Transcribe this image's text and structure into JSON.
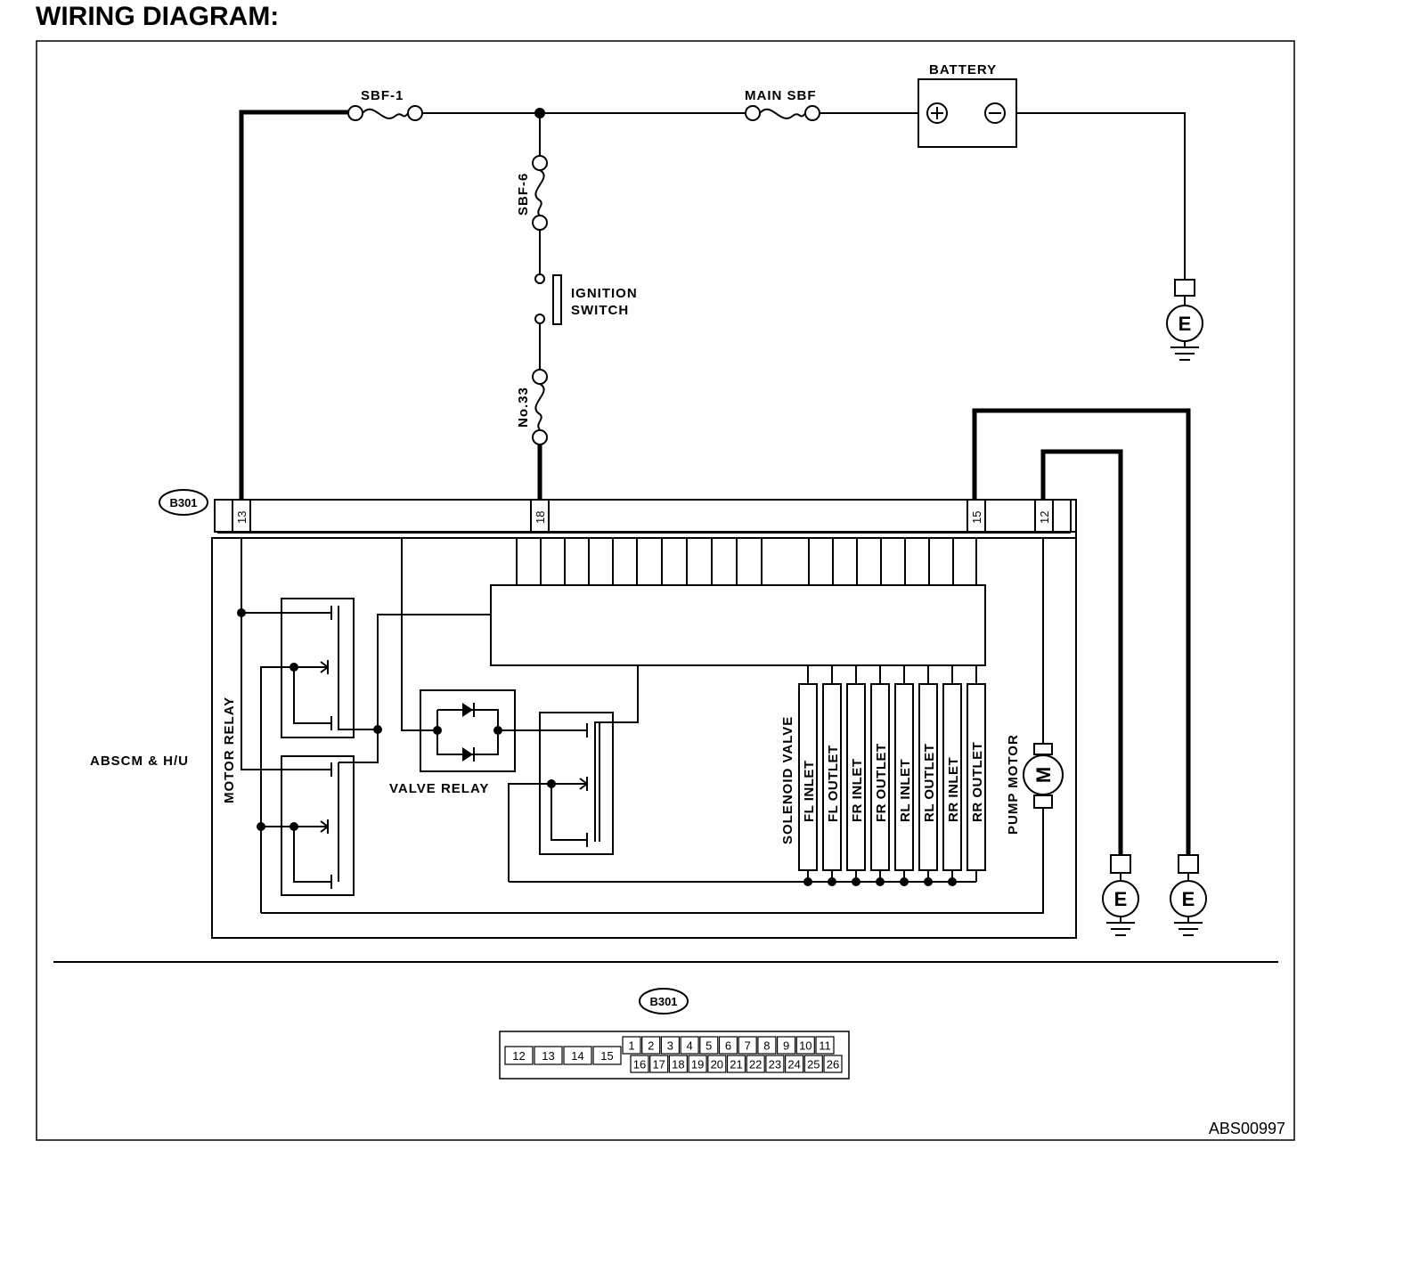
{
  "title": "WIRING DIAGRAM:",
  "labels": {
    "sbf1": "SBF-1",
    "main_sbf": "MAIN SBF",
    "battery": "BATTERY",
    "sbf6": "SBF-6",
    "ignition_line1": "IGNITION",
    "ignition_line2": "SWITCH",
    "no33": "No.33",
    "connector": "B301",
    "absc": "ABSCM & H/U",
    "motor_relay": "MOTOR RELAY",
    "valve_relay": "VALVE RELAY",
    "solenoid_valve": "SOLENOID VALVE",
    "pump_motor": "PUMP MOTOR",
    "motor_symbol": "M",
    "ground_symbol": "E",
    "battery_plus": "+",
    "battery_minus": "−",
    "figure_id": "ABS00997"
  },
  "pins": {
    "p13": "13",
    "p18": "18",
    "p15": "15",
    "p12": "12"
  },
  "solenoids": [
    "FL INLET",
    "FL OUTLET",
    "FR INLET",
    "FR OUTLET",
    "RL INLET",
    "RL OUTLET",
    "RR INLET",
    "RR OUTLET"
  ],
  "connector_table": {
    "name": "B301",
    "large": [
      "12",
      "13",
      "14",
      "15"
    ],
    "top": [
      "1",
      "2",
      "3",
      "4",
      "5",
      "6",
      "7",
      "8",
      "9",
      "10",
      "11"
    ],
    "bottom": [
      "16",
      "17",
      "18",
      "19",
      "20",
      "21",
      "22",
      "23",
      "24",
      "25",
      "26"
    ]
  }
}
